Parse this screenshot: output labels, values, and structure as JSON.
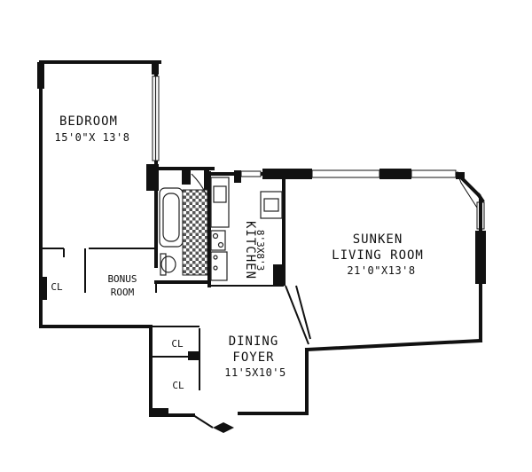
{
  "rooms": {
    "bedroom": {
      "name": "BEDROOM",
      "dims": "15'0\"X 13'8"
    },
    "bonus": {
      "name_line1": "BONUS",
      "name_line2": "ROOM"
    },
    "closet_bedroom": {
      "name": "CL"
    },
    "closet_foyer_top": {
      "name": "CL"
    },
    "closet_foyer_bottom": {
      "name": "CL"
    },
    "living": {
      "name_line1": "SUNKEN",
      "name_line2": "LIVING ROOM",
      "dims": "21'0\"X13'8"
    },
    "dining": {
      "name_line1": "DINING",
      "name_line2": "FOYER",
      "dims": "11'5X10'5"
    },
    "kitchen": {
      "name": "KITCHEN",
      "dims": "8'3X8'3"
    }
  },
  "colors": {
    "wall": "#111111",
    "background": "#ffffff"
  },
  "icons": {
    "entry": "entry-arrow-icon"
  }
}
